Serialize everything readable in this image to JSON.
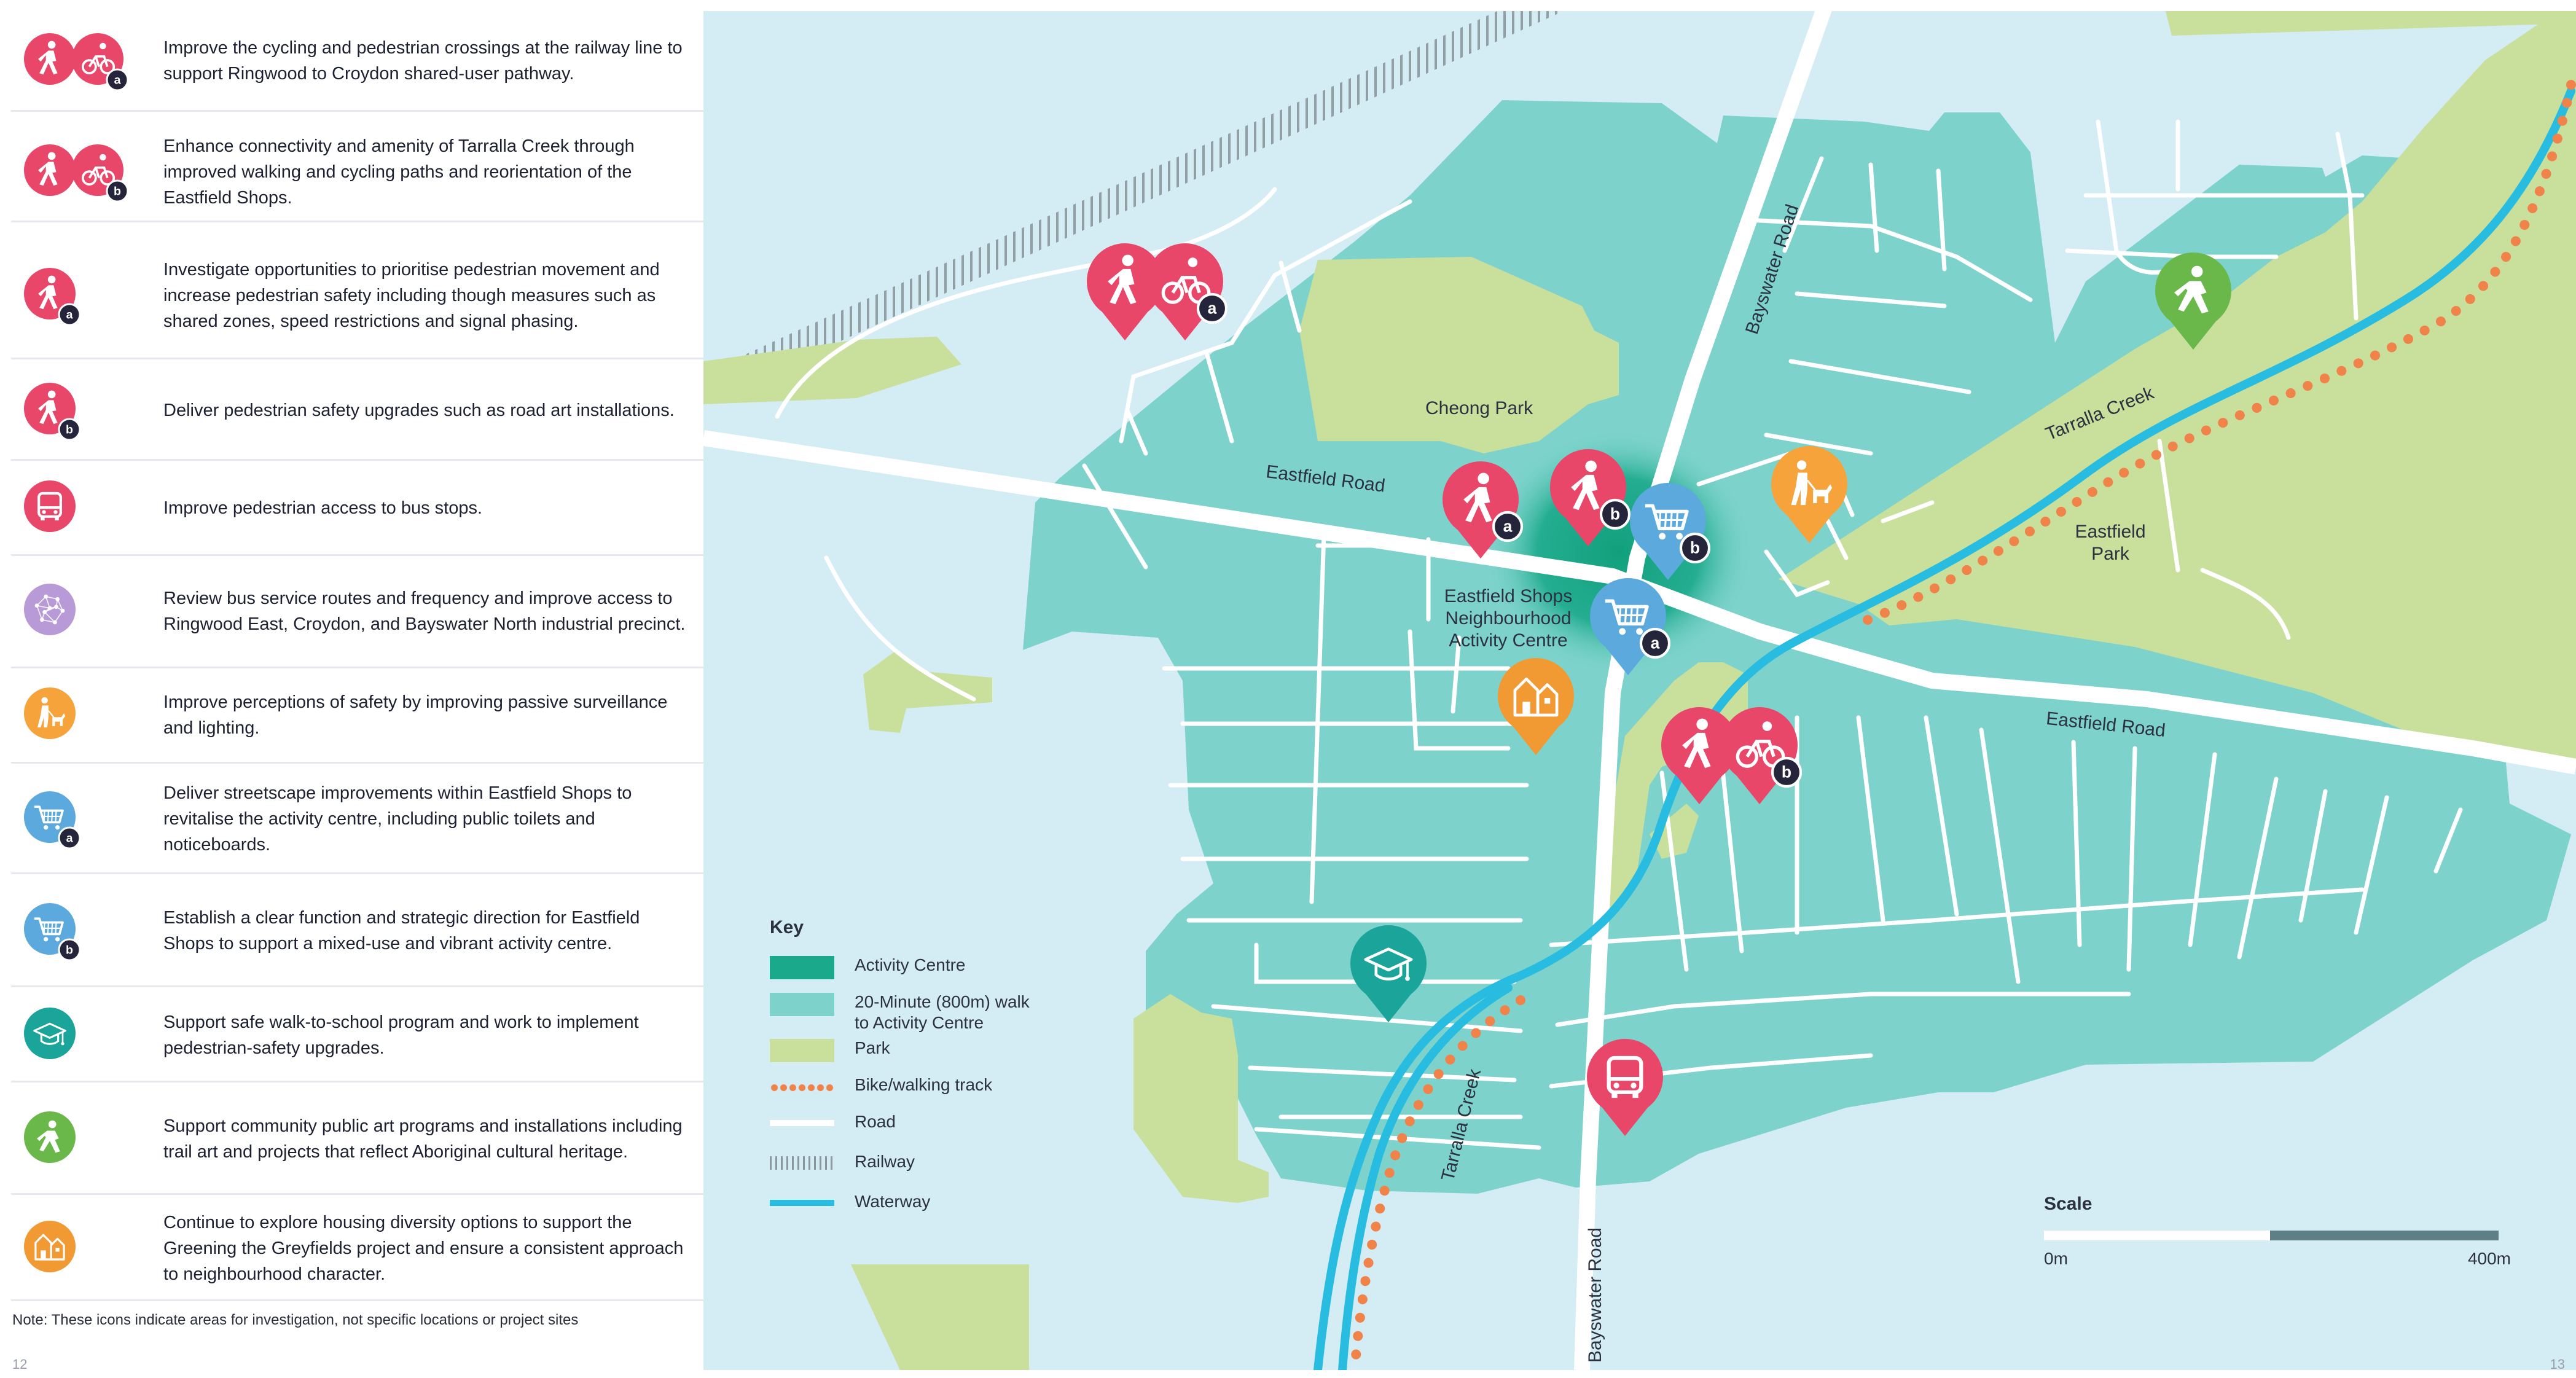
{
  "colors": {
    "pedestrian_pink": "#e8476a",
    "bus_route_purple": "#b89ad6",
    "safety_orange": "#f5a33a",
    "shop_blue": "#5ba9dd",
    "school_teal": "#1aa49a",
    "art_green": "#6ab84a",
    "housing_orange": "#f19a33",
    "badge_navy": "#24243b",
    "background_water": "#d4ecf4",
    "walk_zone": "#7dd3cb",
    "activity_centre": "#1aa98a",
    "park": "#c9df9c",
    "road": "#ffffff",
    "waterway": "#28bde0",
    "track": "#f0834a"
  },
  "actions": [
    {
      "icons": [
        "pedestrian-icon",
        "cyclist-icon"
      ],
      "badge": "a",
      "color": "pedestrian_pink",
      "text": "Improve the cycling and pedestrian crossings at the railway line to support Ringwood to Croydon shared-user pathway."
    },
    {
      "icons": [
        "pedestrian-icon",
        "cyclist-icon"
      ],
      "badge": "b",
      "color": "pedestrian_pink",
      "text": "Enhance connectivity and amenity of Tarralla Creek through improved walking and cycling paths and reorientation of the Eastfield Shops."
    },
    {
      "icons": [
        "pedestrian-icon"
      ],
      "badge": "a",
      "color": "pedestrian_pink",
      "text": "Investigate opportunities to prioritise pedestrian movement and increase pedestrian safety including though measures such as shared zones, speed restrictions and signal phasing."
    },
    {
      "icons": [
        "pedestrian-icon"
      ],
      "badge": "b",
      "color": "pedestrian_pink",
      "text": "Deliver pedestrian safety upgrades such as road art installations."
    },
    {
      "icons": [
        "bus-icon"
      ],
      "badge": "",
      "color": "pedestrian_pink",
      "text": "Improve pedestrian access to bus stops."
    },
    {
      "icons": [
        "network-icon"
      ],
      "badge": "",
      "color": "bus_route_purple",
      "text": "Review bus service routes and frequency and improve access to Ringwood East, Croydon, and Bayswater North industrial precinct."
    },
    {
      "icons": [
        "dog-walker-icon"
      ],
      "badge": "",
      "color": "safety_orange",
      "text": "Improve perceptions of safety by improving passive surveillance and lighting."
    },
    {
      "icons": [
        "shopping-cart-icon"
      ],
      "badge": "a",
      "color": "shop_blue",
      "text": "Deliver streetscape improvements within Eastfield Shops to revitalise the activity centre, including public toilets and noticeboards."
    },
    {
      "icons": [
        "shopping-cart-icon"
      ],
      "badge": "b",
      "color": "shop_blue",
      "text": "Establish a clear function and strategic direction for Eastfield Shops to support a mixed-use and vibrant activity centre."
    },
    {
      "icons": [
        "graduation-cap-icon"
      ],
      "badge": "",
      "color": "school_teal",
      "text": "Support safe walk-to-school program and work to implement pedestrian-safety upgrades."
    },
    {
      "icons": [
        "walking-person-icon"
      ],
      "badge": "",
      "color": "art_green",
      "text": "Support community public art programs and installations including trail art and projects that reflect Aboriginal cultural heritage."
    },
    {
      "icons": [
        "houses-icon"
      ],
      "badge": "",
      "color": "housing_orange",
      "text": "Continue to explore housing diversity options to support the Greening the Greyfields project and ensure a consistent approach to neighbourhood character."
    }
  ],
  "note": "Note: These icons indicate areas for investigation, not specific locations or project sites",
  "page_numbers": {
    "left": "12",
    "right": "13"
  },
  "map": {
    "labels": {
      "bayswater_road_north": "Bayswater Road",
      "bayswater_road_south": "Bayswater Road",
      "eastfield_road_west": "Eastfield Road",
      "eastfield_road_east": "Eastfield Road",
      "tarralla_creek_north": "Tarralla Creek",
      "tarralla_creek_south": "Tarralla Creek",
      "cheong_park": "Cheong Park",
      "eastfield_park_line1": "Eastfield",
      "eastfield_park_line2": "Park",
      "activity_centre_line1": "Eastfield Shops",
      "activity_centre_line2": "Neighbourhood",
      "activity_centre_line3": "Activity Centre"
    },
    "legend": {
      "title": "Key",
      "items": [
        {
          "label_line1": "Activity Centre",
          "label_line2": "",
          "swatch": "activity_centre"
        },
        {
          "label_line1": "20-Minute (800m) walk",
          "label_line2": "to Activity Centre",
          "swatch": "walk_zone"
        },
        {
          "label_line1": "Park",
          "label_line2": "",
          "swatch": "park"
        },
        {
          "label_line1": "Bike/walking track",
          "label_line2": "",
          "swatch": "track"
        },
        {
          "label_line1": "Road",
          "label_line2": "",
          "swatch": "road"
        },
        {
          "label_line1": "Railway",
          "label_line2": "",
          "swatch": "railway"
        },
        {
          "label_line1": "Waterway",
          "label_line2": "",
          "swatch": "waterway"
        }
      ]
    },
    "scale": {
      "title": "Scale",
      "start": "0m",
      "end": "400m"
    },
    "pins": [
      {
        "name": "pin-crossing-railway",
        "icons": [
          "pedestrian-icon",
          "cyclist-icon"
        ],
        "badge": "a",
        "color": "pedestrian_pink"
      },
      {
        "name": "pin-pedestrian-a",
        "icons": [
          "pedestrian-icon"
        ],
        "badge": "a",
        "color": "pedestrian_pink"
      },
      {
        "name": "pin-pedestrian-b",
        "icons": [
          "pedestrian-icon"
        ],
        "badge": "b",
        "color": "pedestrian_pink"
      },
      {
        "name": "pin-shop-b",
        "icons": [
          "shopping-cart-icon"
        ],
        "badge": "b",
        "color": "shop_blue"
      },
      {
        "name": "pin-shop-a",
        "icons": [
          "shopping-cart-icon"
        ],
        "badge": "a",
        "color": "shop_blue"
      },
      {
        "name": "pin-dog-walker",
        "icons": [
          "dog-walker-icon"
        ],
        "badge": "",
        "color": "safety_orange"
      },
      {
        "name": "pin-housing",
        "icons": [
          "houses-icon"
        ],
        "badge": "",
        "color": "housing_orange"
      },
      {
        "name": "pin-creek-b",
        "icons": [
          "pedestrian-icon",
          "cyclist-icon"
        ],
        "badge": "b",
        "color": "pedestrian_pink"
      },
      {
        "name": "pin-art",
        "icons": [
          "walking-person-icon"
        ],
        "badge": "",
        "color": "art_green"
      },
      {
        "name": "pin-school",
        "icons": [
          "graduation-cap-icon"
        ],
        "badge": "",
        "color": "school_teal"
      },
      {
        "name": "pin-bus",
        "icons": [
          "bus-icon"
        ],
        "badge": "",
        "color": "pedestrian_pink"
      }
    ]
  }
}
